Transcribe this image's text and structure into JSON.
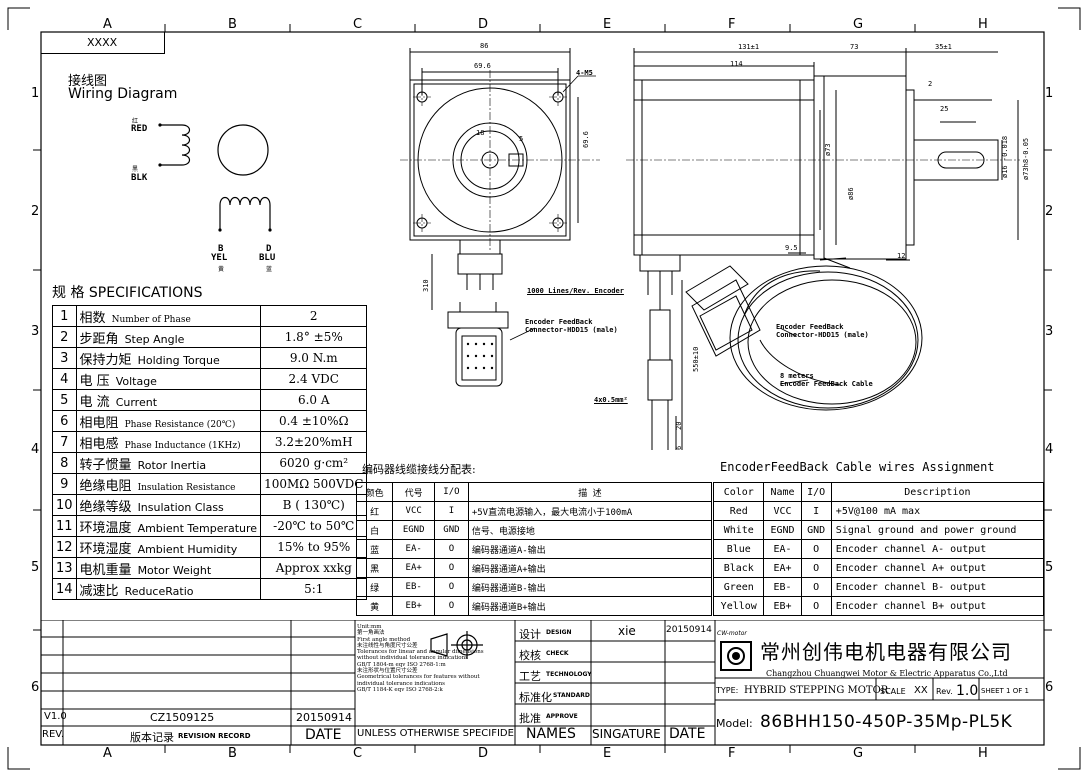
{
  "zones": {
    "top": [
      "A",
      "B",
      "C",
      "D",
      "E",
      "F",
      "G",
      "H"
    ],
    "rows": [
      "1",
      "2",
      "3",
      "4",
      "5",
      "6"
    ]
  },
  "part_no": "XXXX",
  "wiring": {
    "title_cn": "接线图",
    "title_en": "Wiring Diagram",
    "red_cn": "红",
    "red": "RED",
    "blk_cn": "黑",
    "blk": "BLK",
    "b": "B",
    "yel": "YEL",
    "yel_cn": "黄",
    "d": "D",
    "blu": "BLU",
    "blu_cn": "蓝"
  },
  "specs_title": "规 格 SPECIFICATIONS",
  "specs": [
    {
      "n": "1",
      "cn": "相数",
      "en": "Number of Phase",
      "en_small": true,
      "val": "2"
    },
    {
      "n": "2",
      "cn": "步距角",
      "en": "Step Angle",
      "en_small": false,
      "val": "1.8° ±5%"
    },
    {
      "n": "3",
      "cn": "保持力矩",
      "en": "Holding Torque",
      "en_small": false,
      "val": "9.0 N.m"
    },
    {
      "n": "4",
      "cn": "电  压",
      "en": "Voltage",
      "en_small": false,
      "val": "2.4 VDC"
    },
    {
      "n": "5",
      "cn": "电  流",
      "en": "Current",
      "en_small": false,
      "val": "6.0 A"
    },
    {
      "n": "6",
      "cn": "相电阻",
      "en": "Phase Resistance (20℃)",
      "en_small": true,
      "val": "0.4 ±10%Ω"
    },
    {
      "n": "7",
      "cn": "相电感",
      "en": "Phase Inductance (1KHz)",
      "en_small": true,
      "val": "3.2±20%mH"
    },
    {
      "n": "8",
      "cn": "转子惯量",
      "en": "Rotor Inertia",
      "en_small": false,
      "val": "6020 g·cm²"
    },
    {
      "n": "9",
      "cn": "绝缘电阻",
      "en": "Insulation Resistance",
      "en_small": true,
      "val": "100MΩ 500VDC"
    },
    {
      "n": "10",
      "cn": "绝缘等级",
      "en": "Insulation Class",
      "en_small": false,
      "val": "B ( 130℃)"
    },
    {
      "n": "11",
      "cn": "环境温度",
      "en": "Ambient Temperature",
      "en_small": false,
      "val": "-20℃ to 50℃"
    },
    {
      "n": "12",
      "cn": "环境湿度",
      "en": "Ambient Humidity",
      "en_small": false,
      "val": "15% to 95%"
    },
    {
      "n": "13",
      "cn": "电机重量",
      "en": "Motor Weight",
      "en_small": false,
      "val": "Approx xxkg"
    },
    {
      "n": "14",
      "cn": "减速比",
      "en": "ReduceRatio",
      "en_small": false,
      "val": "5:1"
    }
  ],
  "enc_cn": {
    "title": "编码器线缆接线分配表:",
    "headers": [
      "颜色",
      "代号",
      "I/O",
      "描 述"
    ],
    "rows": [
      [
        "红",
        "VCC",
        "I",
        "+5V直流电源输入，最大电流小于100mA"
      ],
      [
        "白",
        "EGND",
        "GND",
        "信号、电源接地"
      ],
      [
        "蓝",
        "EA-",
        "O",
        "编码器通道A-输出"
      ],
      [
        "黑",
        "EA+",
        "O",
        "编码器通道A+输出"
      ],
      [
        "绿",
        "EB-",
        "O",
        "编码器通道B-输出"
      ],
      [
        "黄",
        "EB+",
        "O",
        "编码器通道B+输出"
      ]
    ]
  },
  "enc_en": {
    "title": "EncoderFeedBack Cable wires Assignment",
    "headers": [
      "Color",
      "Name",
      "I/O",
      "Description"
    ],
    "rows": [
      [
        "Red",
        "VCC",
        "I",
        "+5V@100 mA max"
      ],
      [
        "White",
        "EGND",
        "GND",
        "Signal ground and power ground"
      ],
      [
        "Blue",
        "EA-",
        "O",
        "Encoder channel A- output"
      ],
      [
        "Black",
        "EA+",
        "O",
        "Encoder channel A+ output"
      ],
      [
        "Green",
        "EB-",
        "O",
        "Encoder channel B- output"
      ],
      [
        "Yellow",
        "EB+",
        "O",
        "Encoder channel B+ output"
      ]
    ]
  },
  "front_dims": {
    "d86": "86",
    "d69": "69.6",
    "m5": "4-M5",
    "d18": "18",
    "d5": "5",
    "d69v": "69.6",
    "d310": "310"
  },
  "side_dims": {
    "d131": "131±1",
    "d73": "73",
    "d35": "35±1",
    "d114": "114",
    "d2": "2",
    "d25": "25",
    "d73b": "ø73",
    "d86": "ø86",
    "d16": "ø16 -0.018",
    "d73h": "ø73h8-0.05",
    "d95": "9.5",
    "d12": "12",
    "d550": "550±10",
    "d20": "20",
    "d6": "6"
  },
  "callouts": {
    "enc_lines": "1000 Lines/Rev. Encoder",
    "conn1": "Encoder FeedBack Connector-HDD15 (male)",
    "wire": "4x0.5mm²",
    "conn2": "Encoder FeedBack Connector-HDD15 (male)",
    "meters": "8 meters",
    "enc_cable": "Encoder FeedBack Cable"
  },
  "notes": [
    "Unit:mm",
    "第一角画法",
    "First angle method",
    "未注线性与角度尺寸公差",
    "Tolerances for linear and angular dimensions",
    "without individual tolerance indications",
    "GB/T 1804-m eqv ISO 2768-1:m",
    "未注形状与位置尺寸公差",
    "Geometrical tolerances for features without",
    "individual tolerance indications",
    "GB/T 1184-K eqv ISO 2768-2:k"
  ],
  "approval": [
    {
      "cn": "设计",
      "en": "DESIGN",
      "name": "xie",
      "date": "20150914"
    },
    {
      "cn": "校核",
      "en": "CHECK",
      "name": "",
      "date": ""
    },
    {
      "cn": "工艺",
      "en": "TECHNOLOGY",
      "name": "",
      "date": ""
    },
    {
      "cn": "标准化",
      "en": "STANDARD",
      "name": "",
      "date": ""
    },
    {
      "cn": "批准",
      "en": "APPROVE",
      "name": "",
      "date": ""
    }
  ],
  "revision": {
    "ver": "V1.0",
    "code": "CZ1509125",
    "date": "20150914",
    "rev": "REV.",
    "rec_cn": "版本记录",
    "rec_en": "REVISION RECORD",
    "date_lbl": "DATE"
  },
  "footer": {
    "unless": "UNLESS OTHERWISE SPECIFIDE",
    "names": "NAMES",
    "sign": "SINGATURE",
    "date": "DATE"
  },
  "company": {
    "logo": "CW-motor",
    "cn": "常州创伟电机电器有限公司",
    "en": "Changzhou Chuangwei Motor & Electric Apparatus Co.,Ltd",
    "type_lbl": "TYPE:",
    "type": "HYBRID STEPPING MOTOR",
    "scale_lbl": "SCALE",
    "scale": "XX",
    "rev_lbl": "Rev.",
    "rev": "1.0",
    "sheet": "SHEET 1 OF 1",
    "model_lbl": "Model:",
    "model": "86BHH150-450P-35Mp-PL5K"
  }
}
